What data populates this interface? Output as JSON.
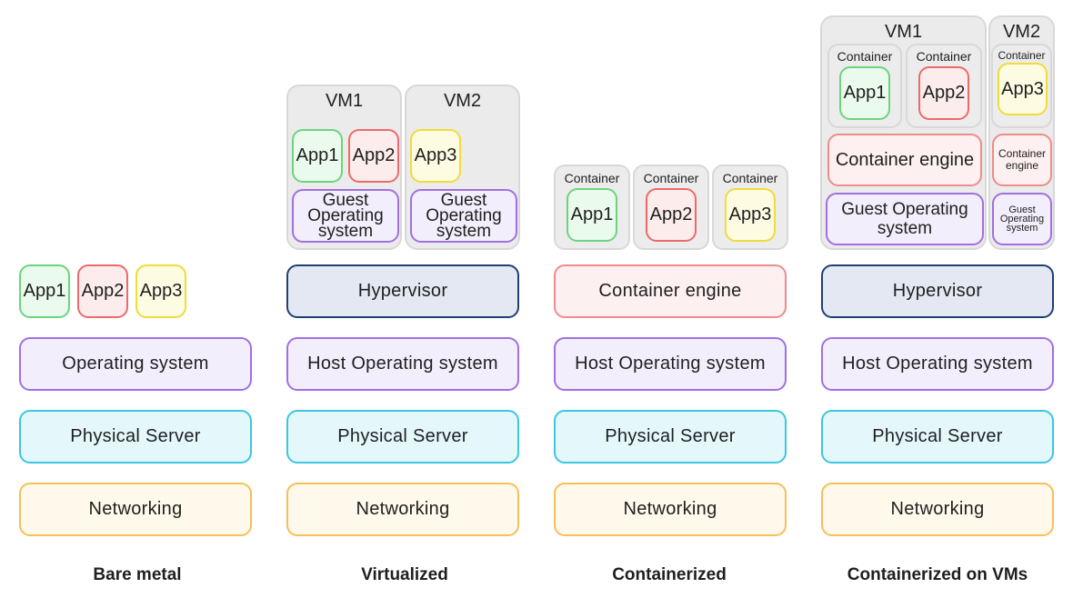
{
  "columns": {
    "bare_metal": {
      "caption": "Bare metal",
      "apps": [
        "App1",
        "App2",
        "App3"
      ],
      "os": "Operating system",
      "server": "Physical Server",
      "networking": "Networking"
    },
    "virtualized": {
      "caption": "Virtualized",
      "vm1": {
        "label": "VM1",
        "apps": [
          "App1",
          "App2"
        ],
        "guest_os": [
          "Guest",
          "Operating",
          "system"
        ]
      },
      "vm2": {
        "label": "VM2",
        "apps": [
          "App3"
        ],
        "guest_os": [
          "Guest",
          "Operating",
          "system"
        ]
      },
      "hypervisor": "Hypervisor",
      "host_os": "Host Operating system",
      "server": "Physical Server",
      "networking": "Networking"
    },
    "containerized": {
      "caption": "Containerized",
      "containers": [
        {
          "label": "Container",
          "app": "App1"
        },
        {
          "label": "Container",
          "app": "App2"
        },
        {
          "label": "Container",
          "app": "App3"
        }
      ],
      "engine": "Container engine",
      "host_os": "Host Operating system",
      "server": "Physical Server",
      "networking": "Networking"
    },
    "containerized_vms": {
      "caption": "Containerized on VMs",
      "vm1": {
        "label": "VM1",
        "containers": [
          {
            "label": "Container",
            "app": "App1"
          },
          {
            "label": "Container",
            "app": "App2"
          }
        ],
        "engine": "Container engine",
        "guest_os": [
          "Guest Operating",
          "system"
        ]
      },
      "vm2": {
        "label": "VM2",
        "container": {
          "label": "Container",
          "app": "App3"
        },
        "engine": [
          "Container",
          "engine"
        ],
        "guest_os": [
          "Guest",
          "Operating",
          "system"
        ]
      },
      "hypervisor": "Hypervisor",
      "host_os": "Host Operating system",
      "server": "Physical Server",
      "networking": "Networking"
    }
  },
  "colors": {
    "networking": "#f5bf5a",
    "physical_server": "#3cc6e0",
    "operating_system": "#a070e0",
    "hypervisor": "#1f3f73",
    "container_engine": "#ee8c8c",
    "app1": "#6dd47e",
    "app2": "#ec6a6a",
    "app3": "#f0dc3a"
  }
}
